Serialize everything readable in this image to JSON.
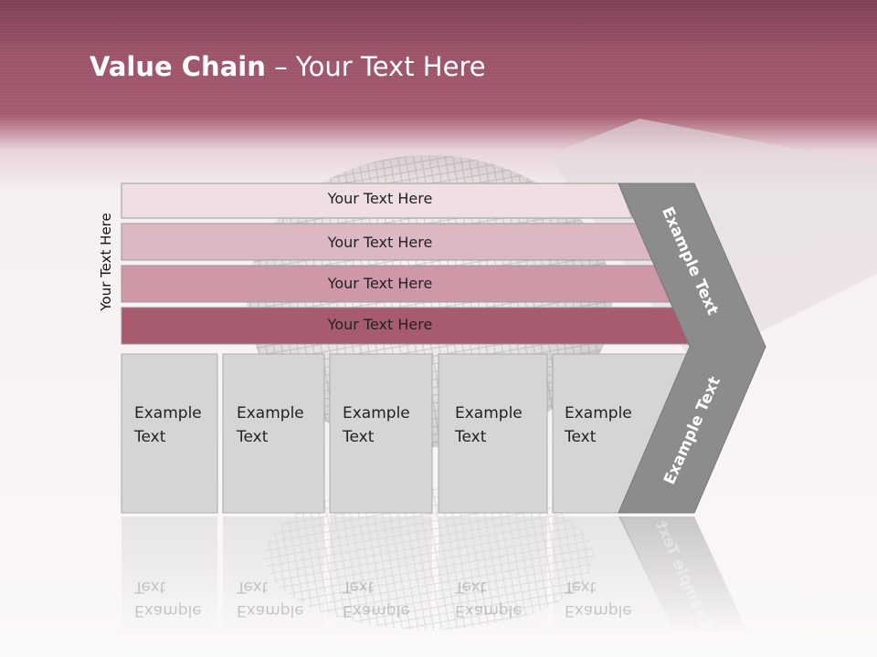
{
  "title": {
    "bold": "Value Chain",
    "rest": " – Your Text Here"
  },
  "side_label": "Your Text Here",
  "rows": [
    {
      "label": "Your Text Here",
      "color": "#efdfe3"
    },
    {
      "label": "Your Text Here",
      "color": "#dcb9c2"
    },
    {
      "label": "Your Text Here",
      "color": "#cf98a6"
    },
    {
      "label": "Your Text Here",
      "color": "#a85a6e"
    }
  ],
  "columns": [
    {
      "line1": "Example",
      "line2": "Text"
    },
    {
      "line1": "Example",
      "line2": "Text"
    },
    {
      "line1": "Example",
      "line2": "Text"
    },
    {
      "line1": "Example",
      "line2": "Text"
    },
    {
      "line1": "Example",
      "line2": "Text"
    }
  ],
  "arrow": {
    "upper_label": "Example Text",
    "lower_label": "Example Text",
    "color": "#8c8c8c"
  },
  "colors": {
    "header": "#a65a6e",
    "column_fill": "#d5d5d5"
  }
}
